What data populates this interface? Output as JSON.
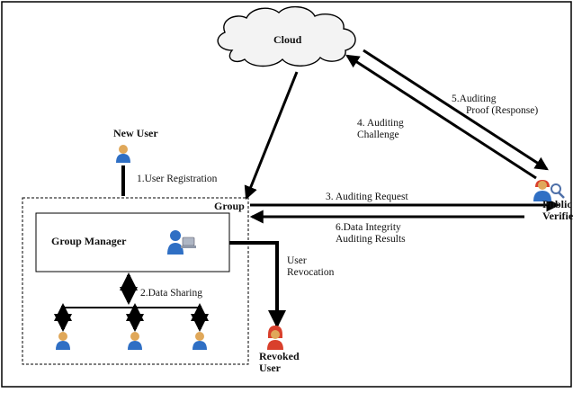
{
  "diagram": {
    "nodes": {
      "cloud": "Cloud",
      "new_user": "New User",
      "group": "Group",
      "group_manager": "Group Manager",
      "public_verifier_line1": "Public",
      "public_verifier_line2": "Verifier",
      "revoked_user_line1": "Revoked",
      "revoked_user_line2": "User"
    },
    "edges": {
      "user_registration": "1.User Registration",
      "data_sharing": "2.Data Sharing",
      "auditing_request": "3. Auditing Request",
      "auditing_challenge_line1": "4. Auditing",
      "auditing_challenge_line2": "Challenge",
      "auditing_proof_line1": "5.Auditing",
      "auditing_proof_line2": "Proof (Response)",
      "integrity_results_line1": "6.Data Integrity",
      "integrity_results_line2": "Auditing Results",
      "user_revocation_line1": "User",
      "user_revocation_line2": "Revocation"
    }
  },
  "colors": {
    "person_body": "#2f6fc4",
    "person_head": "#e0a85a",
    "person_red": "#d9402c",
    "verifier_glass": "#4d6fa8"
  }
}
